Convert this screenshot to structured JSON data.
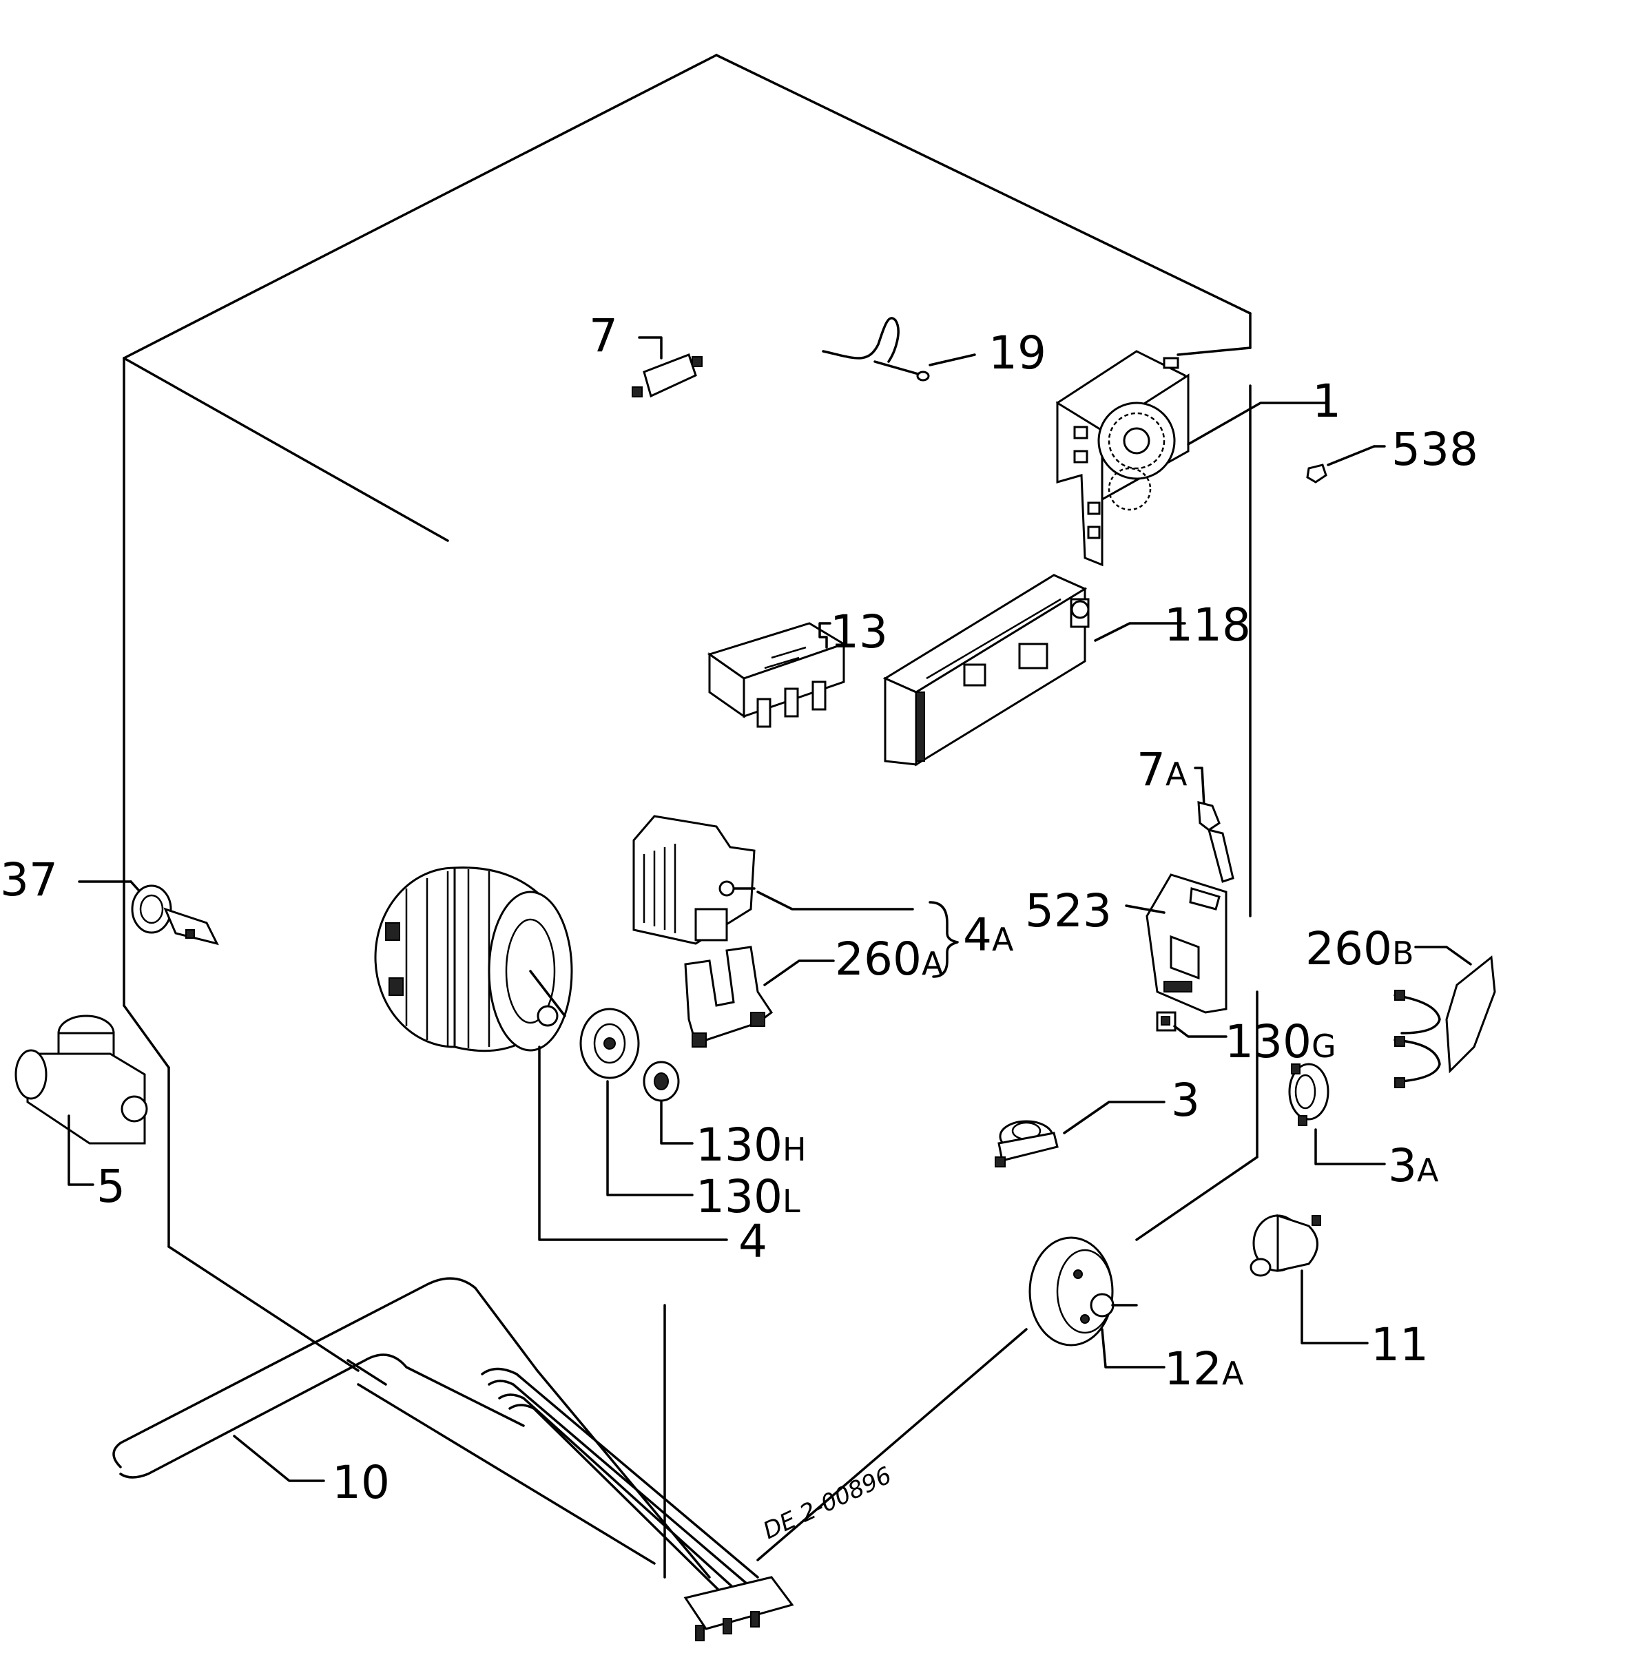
{
  "labels": {
    "p7": "7",
    "p19": "19",
    "p1": "1",
    "p538": "538",
    "p13": "13",
    "p118": "118",
    "p7a_num": "7",
    "p7a_suf": "A",
    "p37": "37",
    "p523": "523",
    "p4a_num": "4",
    "p4a_suf": "A",
    "p260a_num": "260",
    "p260a_suf": "A",
    "p260b_num": "260",
    "p260b_suf": "B",
    "p130g_num": "130",
    "p130g_suf": "G",
    "p130h_num": "130",
    "p130h_suf": "H",
    "p130l_num": "130",
    "p130l_suf": "L",
    "p4": "4",
    "p5": "5",
    "p3": "3",
    "p3a_num": "3",
    "p3a_suf": "A",
    "p11": "11",
    "p12a_num": "12",
    "p12a_suf": "A",
    "p10": "10"
  },
  "drawing_code": "DE 2-00896"
}
